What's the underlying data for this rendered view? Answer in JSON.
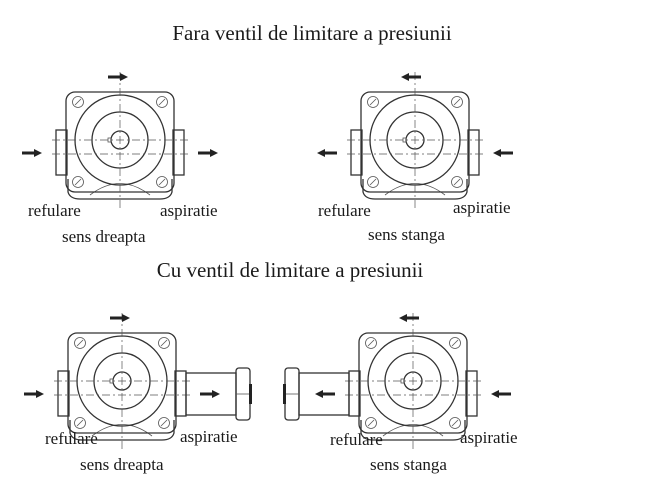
{
  "sections": [
    {
      "title": "Fara ventil de limitare a presiunii",
      "pumps": [
        {
          "refulare": "refulare",
          "aspiratie": "aspiratie",
          "direction": "sens dreapta",
          "rotation": "right",
          "valve": false
        },
        {
          "refulare": "refulare",
          "aspiratie": "aspiratie",
          "direction": "sens stanga",
          "rotation": "left",
          "valve": false
        }
      ]
    },
    {
      "title": "Cu ventil de limitare a presiunii",
      "pumps": [
        {
          "refulare": "refulare",
          "aspiratie": "aspiratie",
          "direction": "sens dreapta",
          "rotation": "right",
          "valve": true
        },
        {
          "refulare": "refulare",
          "aspiratie": "aspiratie",
          "direction": "sens stanga",
          "rotation": "left",
          "valve": true
        }
      ]
    }
  ]
}
